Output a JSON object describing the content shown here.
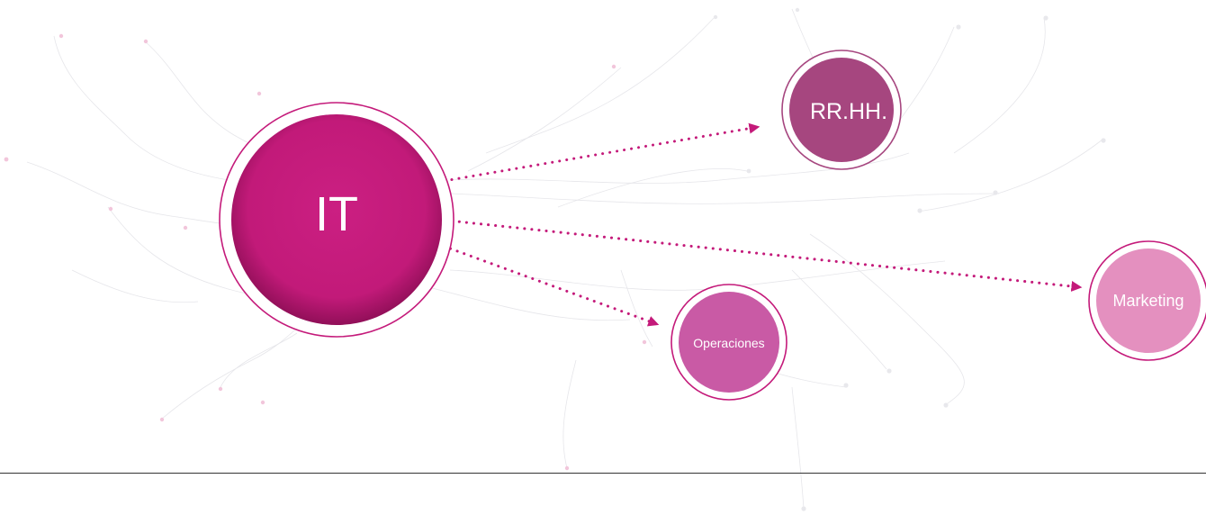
{
  "diagram": {
    "source": {
      "id": "it",
      "label": "IT",
      "color": "#c41a7a"
    },
    "targets": [
      {
        "id": "rrhh",
        "label": "RR.HH.",
        "color": "#a6467f"
      },
      {
        "id": "operaciones",
        "label": "Operaciones",
        "color": "#c95aa5"
      },
      {
        "id": "marketing",
        "label": "Marketing",
        "color": "#e490bf"
      }
    ],
    "edges": [
      {
        "from": "it",
        "to": "rrhh",
        "style": "dotted-arrow"
      },
      {
        "from": "it",
        "to": "marketing",
        "style": "dotted-arrow"
      },
      {
        "from": "it",
        "to": "operaciones",
        "style": "dotted-arrow"
      }
    ],
    "accent_color": "#c41a7a",
    "background_texture": "faint-network-lines"
  }
}
